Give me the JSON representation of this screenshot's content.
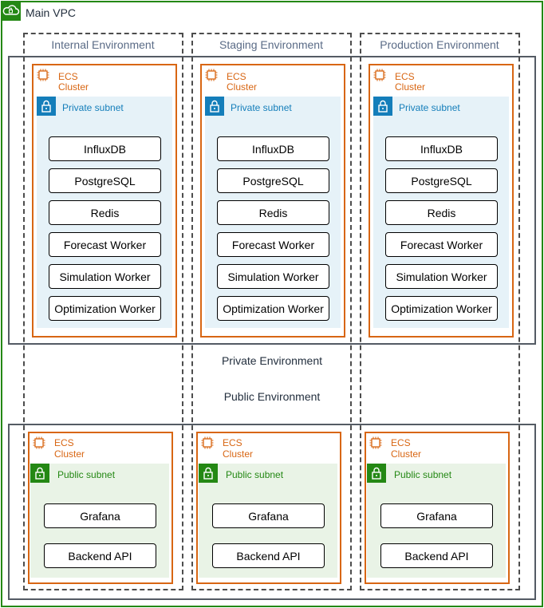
{
  "vpc": {
    "title": "Main VPC"
  },
  "environments": [
    {
      "label": "Internal Environment"
    },
    {
      "label": "Staging Environment"
    },
    {
      "label": "Production Environment"
    }
  ],
  "tiers": {
    "private_label": "Private Environment",
    "public_label": "Public Environment"
  },
  "ecs_cluster": {
    "title_line1": "ECS",
    "title_line2": "Cluster"
  },
  "private_subnet": {
    "title": "Private subnet",
    "services": [
      "InfluxDB",
      "PostgreSQL",
      "Redis",
      "Forecast Worker",
      "Simulation Worker",
      "Optimization Worker"
    ]
  },
  "public_subnet": {
    "title": "Public subnet",
    "services": [
      "Grafana",
      "Backend API"
    ]
  },
  "colors": {
    "vpc_green": "#248814",
    "ecs_orange": "#d86613",
    "private_blue": "#147eba",
    "public_green": "#248814",
    "tier_border": "#545b64"
  },
  "icons": {
    "vpc": "cloud-lock-icon",
    "ecs": "chip-icon",
    "subnet": "padlock-icon"
  }
}
